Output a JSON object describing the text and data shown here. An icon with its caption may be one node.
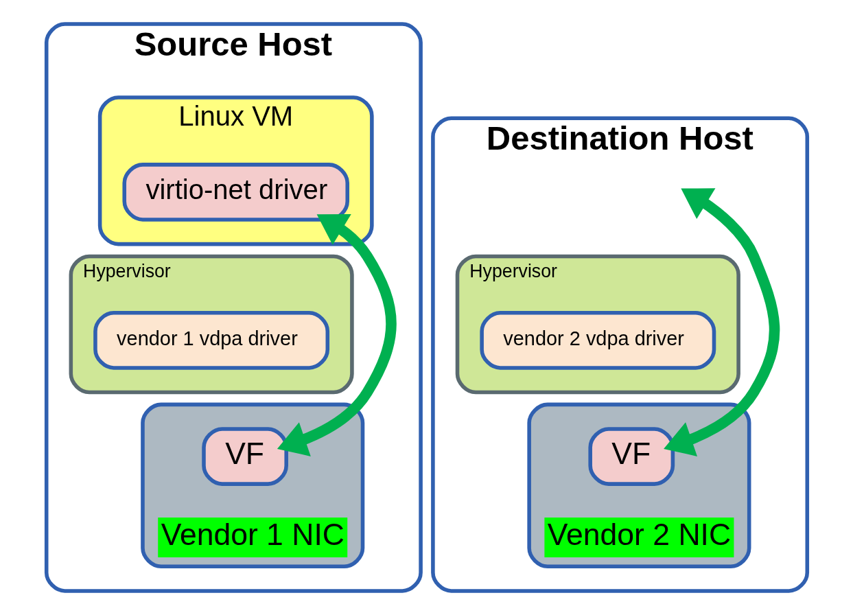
{
  "diagram": {
    "nodes": [
      {
        "text": [
          "Source Host"
        ]
      },
      {
        "text": [
          "Linux VM"
        ],
        "in": 0
      },
      {
        "text": [
          "virtio-net driver"
        ],
        "in": 1
      },
      {
        "text": [
          "Hypervisor"
        ],
        "in": 0
      },
      {
        "text": [
          "vendor 1 vdpa driver"
        ],
        "in": 3
      },
      {
        "text": [
          "Vendor 1 NIC"
        ],
        "in": 0
      },
      {
        "text": [
          "VF"
        ],
        "in": 5
      },
      {
        "text": [
          "Destination Host"
        ]
      },
      {
        "text": [
          "Hypervisor"
        ],
        "in": 7
      },
      {
        "text": [
          "vendor 2 vdpa driver"
        ],
        "in": 8
      },
      {
        "text": [
          "Vendor 2 NIC"
        ],
        "in": 7
      },
      {
        "text": [
          "VF"
        ],
        "in": 10
      }
    ],
    "edges": [
      {
        "from": 2,
        "to": 6,
        "arrow": "both",
        "color": "#00b050"
      },
      {
        "from": null,
        "to": 11,
        "arrow": "both",
        "color": "#00b050"
      }
    ]
  }
}
